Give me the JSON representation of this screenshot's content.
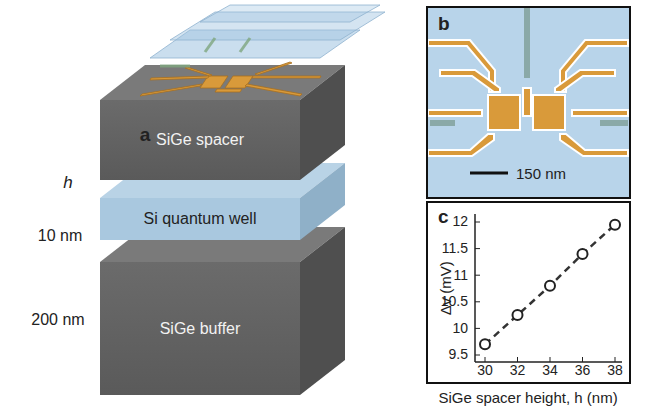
{
  "diagram": {
    "nodes": [
      {
        "text": [
          "SiGe spacer"
        ]
      },
      {
        "text": [
          "Si quantum well"
        ]
      },
      {
        "text": [
          "SiGe buffer"
        ]
      },
      {
        "text": [
          "b",
          "150 nm"
        ]
      },
      {
        "text": [
          "c"
        ]
      }
    ],
    "labels": [
      "a",
      "h",
      "10 nm",
      "200 nm",
      "Δv (mV)",
      "9.5",
      "10",
      "10.5",
      "11",
      "11.5",
      "12",
      "30",
      "32",
      "34",
      "36",
      "38",
      "SiGe spacer height, h (nm)"
    ]
  }
}
